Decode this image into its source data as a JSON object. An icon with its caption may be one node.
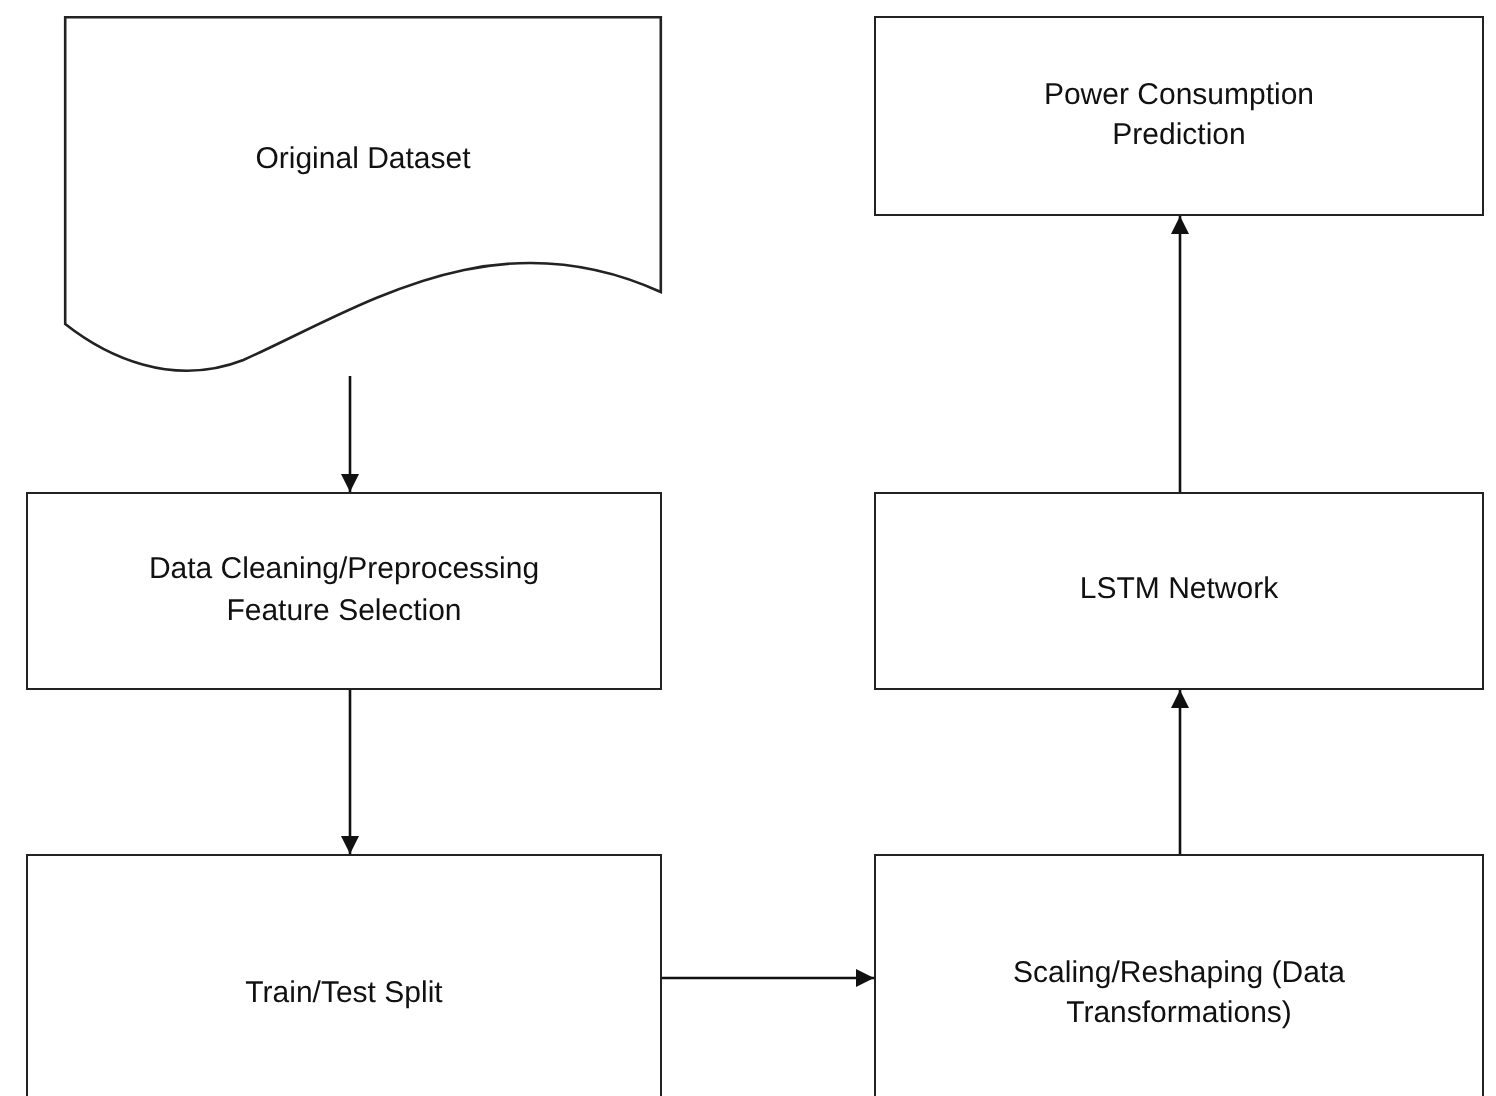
{
  "diagram": {
    "nodes": [
      {
        "text": [
          "Original Dataset"
        ]
      },
      {
        "text": [
          "Data Cleaning/Preprocessing Feature Selection"
        ]
      },
      {
        "text": [
          "Train/Test Split"
        ]
      },
      {
        "text": [
          "Power Consumption Prediction"
        ]
      },
      {
        "text": [
          "LSTM Network"
        ]
      },
      {
        "text": [
          "Scaling/Reshaping (Data Transformations)"
        ]
      }
    ],
    "edges": [
      {
        "from": 0,
        "to": 1,
        "arrow": "to"
      },
      {
        "from": 1,
        "to": 2,
        "arrow": "to"
      },
      {
        "from": 2,
        "to": 5,
        "arrow": "to"
      },
      {
        "from": 5,
        "to": 4,
        "arrow": "to"
      },
      {
        "from": 4,
        "to": 3,
        "arrow": "to"
      }
    ]
  }
}
